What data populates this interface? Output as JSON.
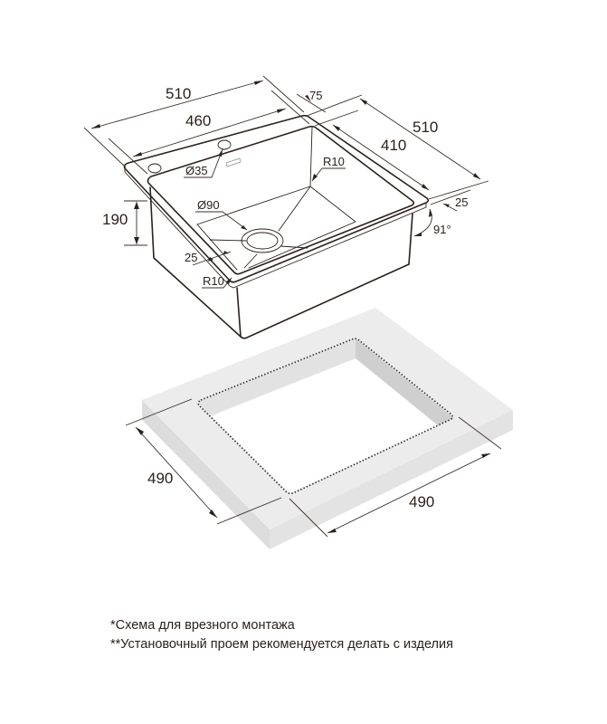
{
  "drawing": {
    "sink": {
      "dimensions": {
        "outer_width": "510",
        "inner_width": "460",
        "flange_offset": "75",
        "outer_depth": "510",
        "inner_depth": "410",
        "rim_edge": "25",
        "angle": "91°",
        "bowl_height": "190",
        "tap_hole": "Ø35",
        "drain": "Ø90",
        "inner_corner_radius": "R10",
        "outer_corner_radius": "R10",
        "front_rim": "25"
      }
    },
    "countertop": {
      "cutout_depth": "490",
      "cutout_width": "490"
    },
    "colors": {
      "line": "#2b211c",
      "countertop_top": "#ececec",
      "countertop_side": "#dcdcdc",
      "countertop_inner_wall": "#cfcfcf",
      "background": "#ffffff"
    }
  },
  "notes": {
    "line1": "*Схема для врезного монтажа",
    "line2": "**Установочный проем рекомендуется делать с изделия"
  }
}
